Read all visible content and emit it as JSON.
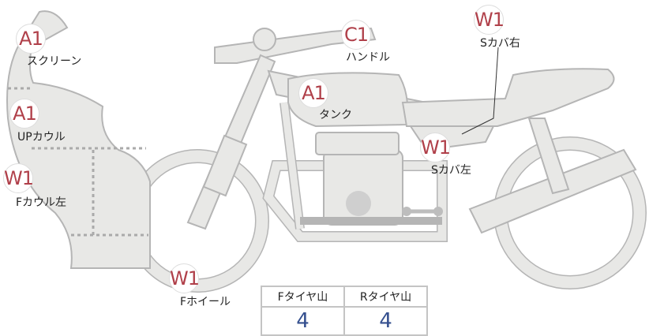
{
  "parts": [
    {
      "id": "screen",
      "grade": "A1",
      "label": "スクリーン"
    },
    {
      "id": "up-cowl",
      "grade": "A1",
      "label": "UPカウル"
    },
    {
      "id": "f-cowl-left",
      "grade": "W1",
      "label": "Fカウル左"
    },
    {
      "id": "f-wheel",
      "grade": "W1",
      "label": "Fホイール"
    },
    {
      "id": "tank",
      "grade": "A1",
      "label": "タンク"
    },
    {
      "id": "handle",
      "grade": "C1",
      "label": "ハンドル"
    },
    {
      "id": "s-cover-right",
      "grade": "W1",
      "label": "Sカバ右"
    },
    {
      "id": "s-cover-left",
      "grade": "W1",
      "label": "Sカバ左"
    }
  ],
  "tire_table": {
    "headers": [
      "Fタイヤ山",
      "Rタイヤ山"
    ],
    "values": [
      "4",
      "4"
    ]
  },
  "colors": {
    "grade": "#b0404a",
    "value": "#35508f",
    "body": "#e8e8e6",
    "outline": "#b5b5b5"
  }
}
